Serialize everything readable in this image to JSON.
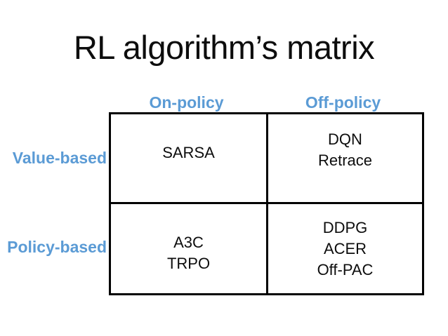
{
  "slide": {
    "title": "RL algorithm’s matrix",
    "accent_color": "#5B9BD5",
    "text_color": "#0D0D0D",
    "background_color": "#FFFFFF",
    "border_color": "#000000"
  },
  "matrix": {
    "column_headers": [
      {
        "id": "on-policy",
        "label": "On-policy"
      },
      {
        "id": "off-policy",
        "label": "Off-policy"
      }
    ],
    "row_headers": [
      {
        "id": "value-based",
        "label": "Value-based"
      },
      {
        "id": "policy-based",
        "label": "Policy-based"
      }
    ],
    "cells": [
      {
        "row": "value-based",
        "column": "on-policy",
        "algorithms": [
          "SARSA"
        ]
      },
      {
        "row": "value-based",
        "column": "off-policy",
        "algorithms": [
          "DQN",
          "Retrace"
        ]
      },
      {
        "row": "policy-based",
        "column": "on-policy",
        "algorithms": [
          "A3C",
          "TRPO"
        ]
      },
      {
        "row": "policy-based",
        "column": "off-policy",
        "algorithms": [
          "DDPG",
          "ACER",
          "Off-PAC"
        ]
      }
    ]
  }
}
